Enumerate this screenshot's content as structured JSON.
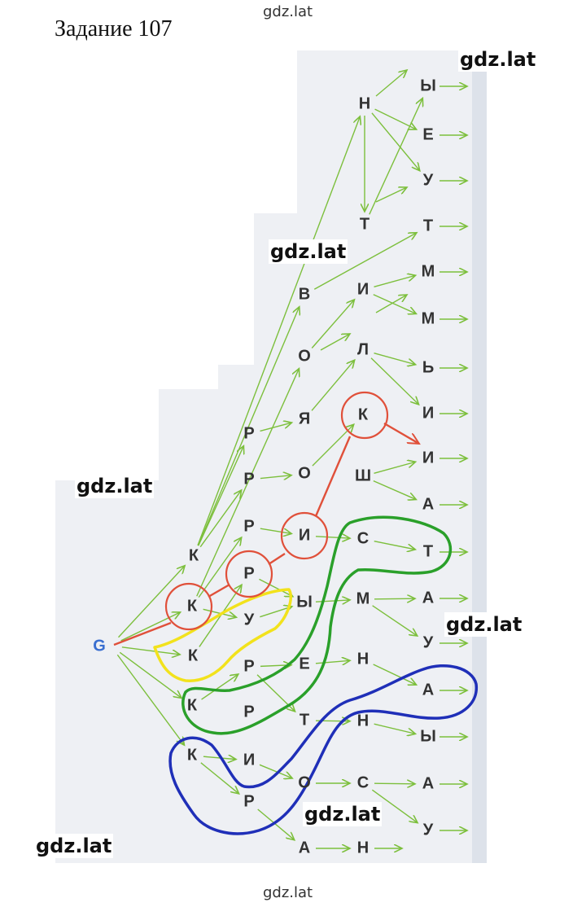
{
  "title": "Задание 107",
  "watermarks": {
    "top": "gdz.lat",
    "bottom": "gdz.lat",
    "overlay": [
      "gdz.lat",
      "gdz.lat",
      "gdz.lat",
      "gdz.lat",
      "gdz.lat"
    ]
  },
  "root": {
    "label": "G",
    "color": "#3a6fd0"
  },
  "nodes": {
    "k1": "К",
    "k2": "К",
    "k3": "К",
    "k4": "К",
    "k5": "К",
    "r1": "Р",
    "r2": "Р",
    "r3": "Р",
    "r4": "Р",
    "r5": "Р",
    "r6": "Р",
    "r7": "Р",
    "u1": "У",
    "u2": "И",
    "u3": "Ы",
    "u4": "Е",
    "u5": "Т",
    "u6": "О",
    "u7": "О",
    "u8": "Я",
    "u9": "О",
    "u10": "В",
    "u11": "Т",
    "u12": "Н",
    "u13": "А",
    "v1": "И",
    "v2": "С",
    "v3": "М",
    "v4": "Н",
    "v5": "Н",
    "v6": "Ш",
    "v7": "К",
    "v8": "Л",
    "v9": "И",
    "v10": "С",
    "v11": "Н",
    "w1": "Ы",
    "w2": "Е",
    "w3": "У",
    "w4": "Т",
    "w5": "М",
    "w6": "М",
    "w7": "Ь",
    "w8": "И",
    "w9": "И",
    "w10": "А",
    "w11": "Т",
    "w12": "А",
    "w13": "У",
    "w14": "А",
    "w15": "Ы",
    "w16": "А",
    "w17": "У"
  },
  "colors": {
    "arrow": "#7cbf3c",
    "path_red": "#e0503a",
    "outline_yellow": "#f2e21c",
    "outline_green": "#2aa02a",
    "outline_blue": "#1f2fb8",
    "page_bg": "#eef0f4"
  }
}
